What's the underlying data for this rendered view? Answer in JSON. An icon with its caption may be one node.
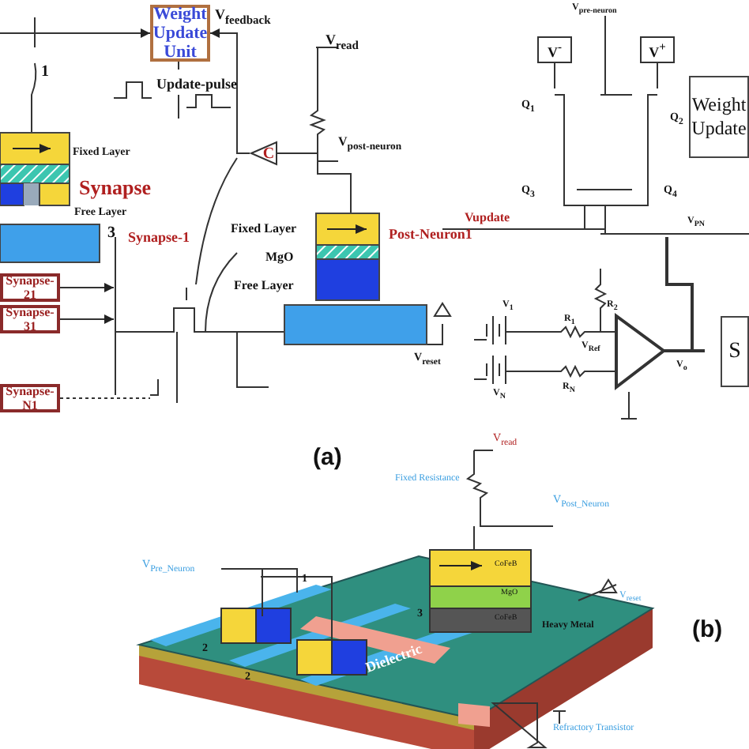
{
  "diagram": {
    "nodes": [
      {
        "text": [
          "Weight Update Unit"
        ]
      },
      {
        "text": [
          "C"
        ]
      },
      {
        "text": [
          "Synapse-21"
        ]
      },
      {
        "text": [
          "Synapse-31"
        ]
      },
      {
        "text": [
          "Synapse-N1"
        ]
      },
      {
        "text": [
          "V$^{-}$"
        ]
      },
      {
        "text": [
          "V$^{+}$"
        ]
      },
      {
        "text": [
          "Weight Update"
        ]
      },
      {
        "text": [
          "S"
        ]
      }
    ],
    "edges": [
      {
        "from": null,
        "to": 0,
        "arrow": "to"
      },
      {
        "from": 1,
        "to": 0,
        "arrow": "to"
      },
      {
        "from": 2,
        "to": null,
        "arrow": "to"
      },
      {
        "from": 3,
        "to": null,
        "arrow": "to"
      },
      {
        "from": 4,
        "to": null,
        "arrow": "none",
        "style": "dashed"
      },
      {
        "from": 5,
        "to": null,
        "arrow": "none"
      },
      {
        "from": 6,
        "to": null,
        "arrow": "none"
      }
    ],
    "labels": [
      "V$_{feedback}$",
      "V$_{read}$",
      "1",
      "Update-pulse",
      "Fixed Layer",
      "Synapse",
      "Free Layer",
      "V$_{post-neuron}$",
      "3",
      "Synapse-1",
      "Fixed Layer",
      "MgO",
      "Free Layer",
      "Post-Neuron1",
      "V$_{reset}$",
      "V$_{pre-neuron}$",
      "Q$_{1}$",
      "Q$_{2}$",
      "Q$_{3}$",
      "Q$_{4}$",
      "Vupdate",
      "V$_{PN}$",
      "V$_{1}$",
      "R$_{1}$",
      "R$_{2}$",
      "V$_{Ref}$",
      "V$_{N}$",
      "R$_{N}$",
      "V$_{o}$",
      "(a)",
      "V$_{read}$",
      "Fixed Resistance",
      "V$_{Post_Neuron}$",
      "V$_{Pre_Neuron}$",
      "1",
      "2",
      "2",
      "3",
      "CoFeB",
      "MgO",
      "CoFeB",
      "Heavy Metal",
      "Dielectric",
      "V$_{reset}$",
      "Refractory Transistor",
      "(b)"
    ]
  }
}
